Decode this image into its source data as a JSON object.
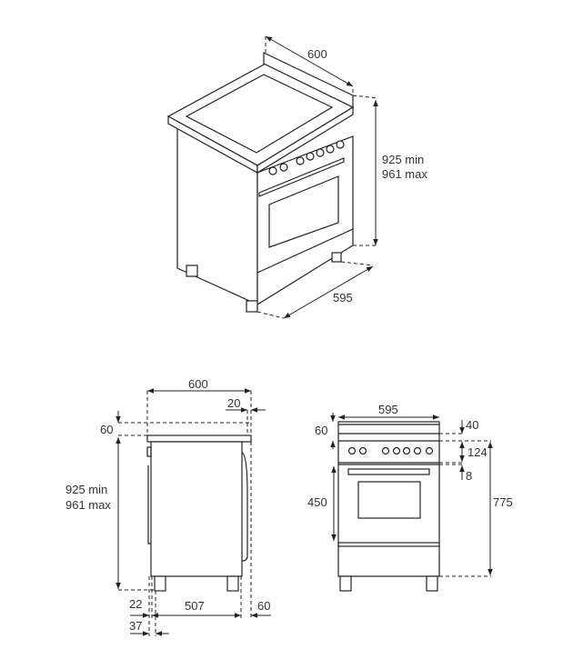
{
  "iso_view": {
    "width": "600",
    "height_min": "925 min",
    "height_max": "961 max",
    "depth": "595"
  },
  "side_view": {
    "width": "600",
    "back_gap": "20",
    "top_height": "60",
    "height_min": "925 min",
    "height_max": "961 max",
    "front_offset_1": "22",
    "front_offset_2": "37",
    "depth": "507",
    "rear_gap": "60"
  },
  "front_view": {
    "width": "595",
    "top_height": "60",
    "dim_40": "40",
    "dim_124": "124",
    "dim_8": "8",
    "oven_height": "450",
    "total_height": "775"
  }
}
